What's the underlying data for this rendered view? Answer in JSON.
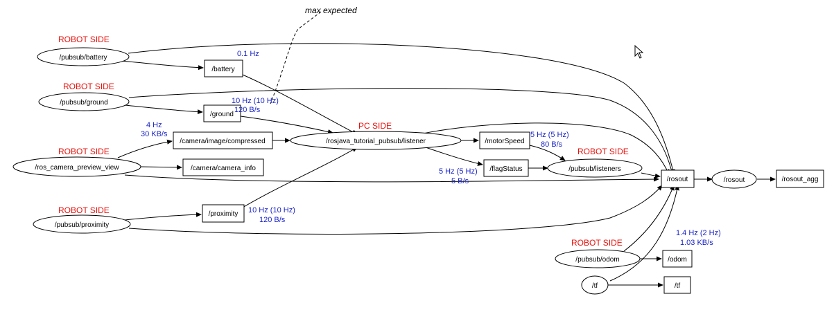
{
  "diagram": {
    "type": "ros-node-graph",
    "nodes": [
      {
        "id": "pubsub_battery",
        "label": "/pubsub/battery",
        "shape": "ellipse"
      },
      {
        "id": "pubsub_ground",
        "label": "/pubsub/ground",
        "shape": "ellipse"
      },
      {
        "id": "ros_camera_preview_view",
        "label": "/ros_camera_preview_view",
        "shape": "ellipse"
      },
      {
        "id": "pubsub_proximity",
        "label": "/pubsub/proximity",
        "shape": "ellipse"
      },
      {
        "id": "rosjava_listener",
        "label": "/rosjava_tutorial_pubsub/listener",
        "shape": "ellipse"
      },
      {
        "id": "pubsub_listeners",
        "label": "/pubsub/listeners",
        "shape": "ellipse"
      },
      {
        "id": "rosout_node",
        "label": "/rosout",
        "shape": "ellipse"
      },
      {
        "id": "pubsub_odom",
        "label": "/pubsub/odom",
        "shape": "ellipse"
      },
      {
        "id": "tf_node",
        "label": "/tf",
        "shape": "ellipse"
      },
      {
        "id": "t_battery",
        "label": "/battery",
        "shape": "box"
      },
      {
        "id": "t_ground",
        "label": "/ground",
        "shape": "box"
      },
      {
        "id": "t_camera_compressed",
        "label": "/camera/image/compressed",
        "shape": "box"
      },
      {
        "id": "t_camera_info",
        "label": "/camera/camera_info",
        "shape": "box"
      },
      {
        "id": "t_proximity",
        "label": "/proximity",
        "shape": "box"
      },
      {
        "id": "t_motorSpeed",
        "label": "/motorSpeed",
        "shape": "box"
      },
      {
        "id": "t_flagStatus",
        "label": "/flagStatus",
        "shape": "box"
      },
      {
        "id": "t_rosout",
        "label": "/rosout",
        "shape": "box"
      },
      {
        "id": "t_rosout_agg",
        "label": "/rosout_agg",
        "shape": "box"
      },
      {
        "id": "t_odom",
        "label": "/odom",
        "shape": "box"
      },
      {
        "id": "t_tf",
        "label": "/tf",
        "shape": "box"
      }
    ],
    "edges": [
      {
        "from": "pubsub_battery",
        "to": "t_battery"
      },
      {
        "from": "pubsub_battery",
        "to": "t_rosout"
      },
      {
        "from": "t_battery",
        "to": "rosjava_listener"
      },
      {
        "from": "pubsub_ground",
        "to": "t_ground"
      },
      {
        "from": "pubsub_ground",
        "to": "t_rosout"
      },
      {
        "from": "t_ground",
        "to": "rosjava_listener"
      },
      {
        "from": "ros_camera_preview_view",
        "to": "t_camera_compressed"
      },
      {
        "from": "ros_camera_preview_view",
        "to": "t_camera_info"
      },
      {
        "from": "ros_camera_preview_view",
        "to": "t_rosout"
      },
      {
        "from": "t_camera_compressed",
        "to": "rosjava_listener"
      },
      {
        "from": "pubsub_proximity",
        "to": "t_proximity"
      },
      {
        "from": "pubsub_proximity",
        "to": "t_rosout"
      },
      {
        "from": "t_proximity",
        "to": "rosjava_listener"
      },
      {
        "from": "rosjava_listener",
        "to": "t_motorSpeed"
      },
      {
        "from": "rosjava_listener",
        "to": "t_flagStatus"
      },
      {
        "from": "rosjava_listener",
        "to": "t_rosout"
      },
      {
        "from": "t_motorSpeed",
        "to": "pubsub_listeners"
      },
      {
        "from": "t_flagStatus",
        "to": "pubsub_listeners"
      },
      {
        "from": "pubsub_listeners",
        "to": "t_rosout"
      },
      {
        "from": "t_rosout",
        "to": "rosout_node"
      },
      {
        "from": "rosout_node",
        "to": "t_rosout_agg"
      },
      {
        "from": "pubsub_odom",
        "to": "t_odom"
      },
      {
        "from": "pubsub_odom",
        "to": "t_rosout"
      },
      {
        "from": "tf_node",
        "to": "t_tf"
      },
      {
        "from": "tf_node",
        "to": "t_rosout"
      }
    ],
    "annotations": {
      "robot_side": "ROBOT SIDE",
      "pc_side": "PC SIDE",
      "max_expected": "max expected",
      "battery_rate": "0.1 Hz",
      "ground_rate_1": "10 Hz (10 Hz)",
      "ground_rate_2": "120 B/s",
      "camera_rate_1": "4 Hz",
      "camera_rate_2": "30 KB/s",
      "proximity_rate_1": "10 Hz (10 Hz)",
      "proximity_rate_2": "120 B/s",
      "motor_rate_1": "5 Hz (5 Hz)",
      "motor_rate_2": "80 B/s",
      "flag_rate_1": "5 Hz (5 Hz)",
      "flag_rate_2": "5 B/s",
      "odom_rate_1": "1.4 Hz (2 Hz)",
      "odom_rate_2": "1.03 KB/s"
    },
    "colors": {
      "robot_side": "#e8120c",
      "rate_label": "#1a24c8",
      "stroke": "#000000"
    }
  }
}
